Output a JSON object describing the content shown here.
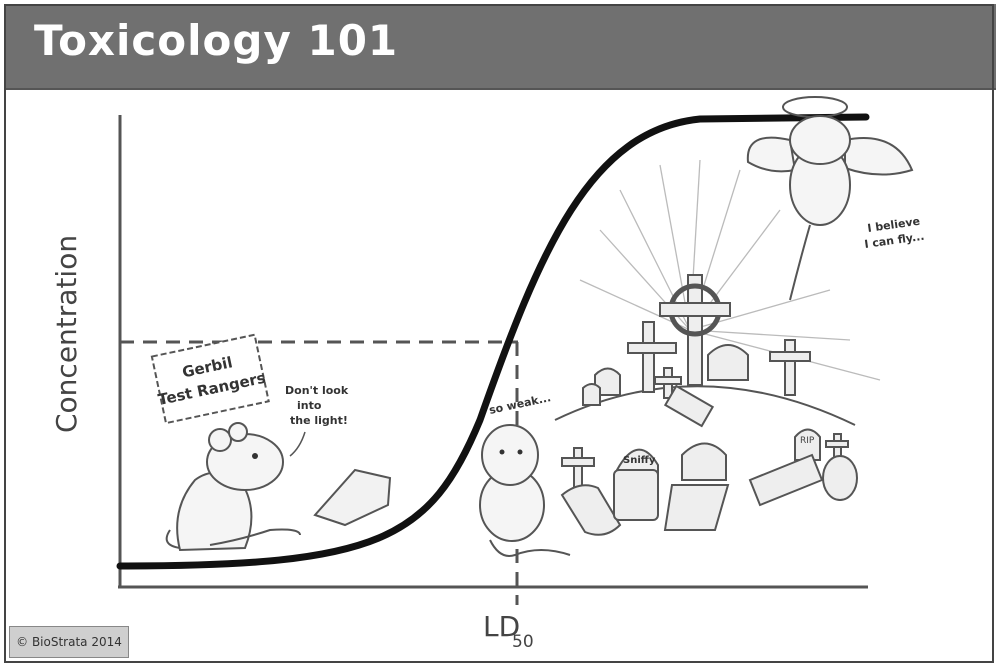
{
  "title": "Toxicology 101",
  "y_axis_label": "Concentration",
  "x_marker_label": "LD",
  "x_marker_subscript": "50",
  "sign_text": [
    "Gerbil",
    "Test Rangers"
  ],
  "bubble_light": [
    "Don't look",
    "into",
    "the light!"
  ],
  "bubble_weak": "so weak...",
  "bubble_fly": [
    "I believe",
    "I can fly..."
  ],
  "tomb_name": "Sniffy",
  "tomb_rip": "RIP",
  "copyright": "© BioStrata 2014",
  "colors": {
    "header": "#707070",
    "curve": "#111111",
    "axis": "#555555",
    "dashed": "#555555"
  }
}
